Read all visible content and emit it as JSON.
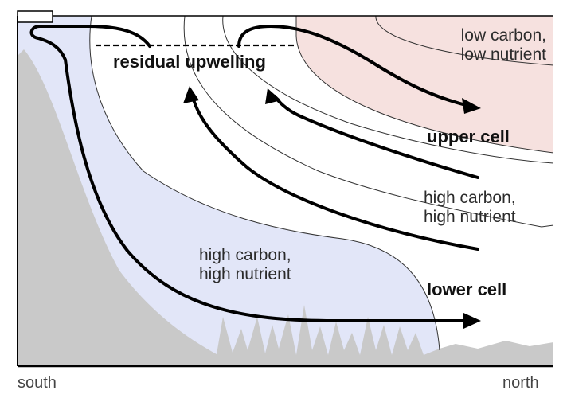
{
  "diagram": {
    "labels": {
      "residual_upwelling": "residual upwelling",
      "upper_region": [
        "low carbon,",
        "low nutrient"
      ],
      "upper_cell": "upper cell",
      "middle_region": [
        "high carbon,",
        "high nutrient"
      ],
      "deep_region": [
        "high carbon,",
        "high nutrient"
      ],
      "lower_cell": "lower cell",
      "south": "south",
      "north": "north"
    },
    "colors": {
      "upper_water": "#f6e1df",
      "deep_water": "#e2e6f8",
      "seafloor": "#c9c9c9",
      "stroke": "#000000",
      "contour": "#333333"
    }
  }
}
